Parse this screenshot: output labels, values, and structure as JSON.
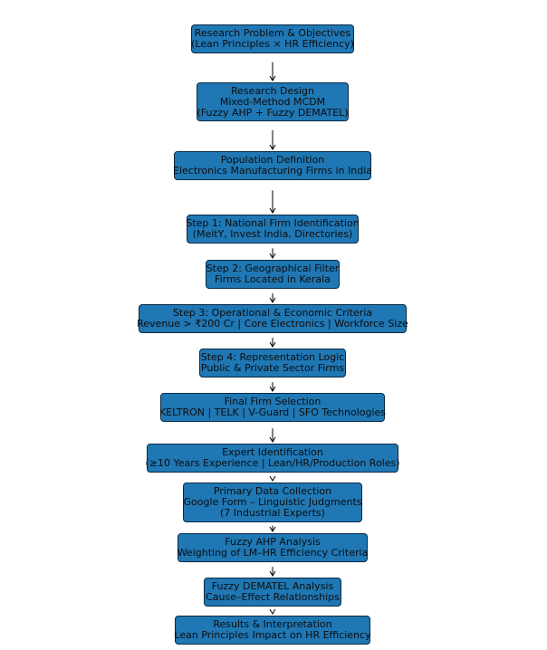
{
  "diagram": {
    "nodes": [
      {
        "id": "n1",
        "lines": [
          "Research Problem & Objectives",
          "(Lean Principles × HR Efficiency)"
        ]
      },
      {
        "id": "n2",
        "lines": [
          "Research Design",
          "Mixed-Method MCDM",
          "(Fuzzy AHP + Fuzzy DEMATEL)"
        ]
      },
      {
        "id": "n3",
        "lines": [
          "Population Definition",
          "Electronics Manufacturing Firms in India"
        ]
      },
      {
        "id": "n4",
        "lines": [
          "Step 1: National Firm Identification",
          "(MeitY, Invest India, Directories)"
        ]
      },
      {
        "id": "n5",
        "lines": [
          "Step 2: Geographical Filter",
          "Firms Located in Kerala"
        ]
      },
      {
        "id": "n6",
        "lines": [
          "Step 3: Operational & Economic Criteria",
          "Revenue > ₹200 Cr | Core Electronics | Workforce Size"
        ]
      },
      {
        "id": "n7",
        "lines": [
          "Step 4: Representation Logic",
          "Public & Private Sector Firms"
        ]
      },
      {
        "id": "n8",
        "lines": [
          "Final Firm Selection",
          "KELTRON | TELK | V-Guard | SFO Technologies"
        ]
      },
      {
        "id": "n9",
        "lines": [
          "Expert Identification",
          "(≥10 Years Experience | Lean/HR/Production Roles)"
        ]
      },
      {
        "id": "n10",
        "lines": [
          "Primary Data Collection",
          "Google Form – Linguistic Judgments",
          "(7 Industrial Experts)"
        ]
      },
      {
        "id": "n11",
        "lines": [
          "Fuzzy AHP Analysis",
          "Weighting of LM–HR Efficiency Criteria"
        ]
      },
      {
        "id": "n12",
        "lines": [
          "Fuzzy DEMATEL Analysis",
          "Cause–Effect Relationships"
        ]
      },
      {
        "id": "n13",
        "lines": [
          "Results & Interpretation",
          "Lean Principles Impact on HR Efficiency"
        ]
      }
    ],
    "edges": [
      {
        "from": "n1",
        "to": "n2"
      },
      {
        "from": "n2",
        "to": "n3"
      },
      {
        "from": "n3",
        "to": "n4"
      },
      {
        "from": "n4",
        "to": "n5"
      },
      {
        "from": "n5",
        "to": "n6"
      },
      {
        "from": "n6",
        "to": "n7"
      },
      {
        "from": "n7",
        "to": "n8"
      },
      {
        "from": "n8",
        "to": "n9"
      },
      {
        "from": "n9",
        "to": "n10"
      },
      {
        "from": "n10",
        "to": "n11"
      },
      {
        "from": "n11",
        "to": "n12"
      },
      {
        "from": "n12",
        "to": "n13"
      }
    ],
    "colors": {
      "node_fill": "#1f77b4",
      "node_border": "#0b2a44",
      "text": "#0d0d0d",
      "arrow": "#000000"
    }
  }
}
